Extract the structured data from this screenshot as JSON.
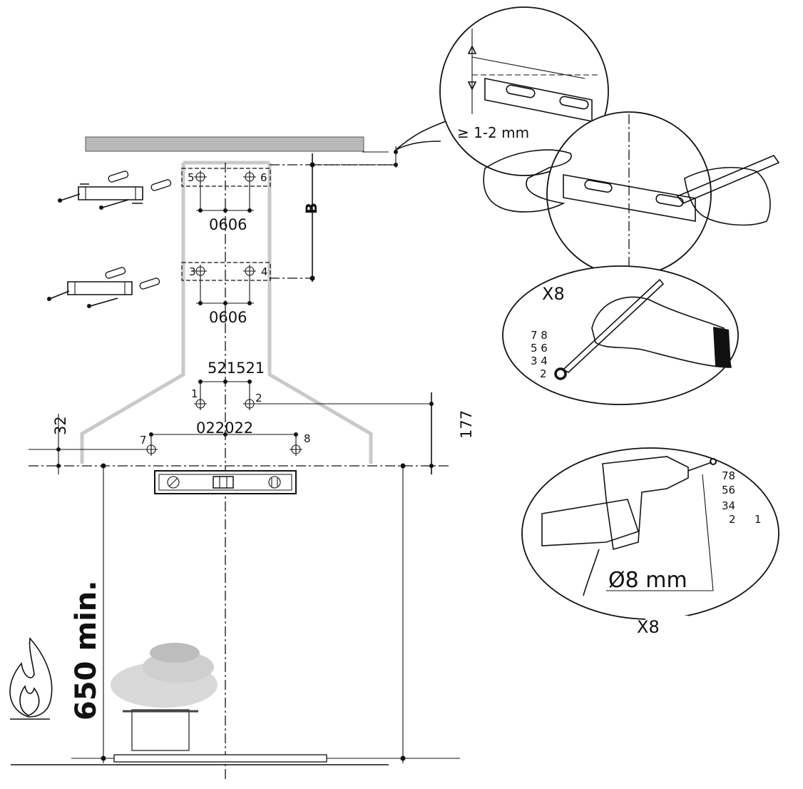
{
  "labels": {
    "gap": "≥ 1-2 mm",
    "b": "B",
    "dim_0606_top": "0606",
    "dim_0606_mid": "0606",
    "dim_521521": "521521",
    "dim_022022": "022022",
    "dim_32": "32",
    "dim_177": "177",
    "min_height": "650 min.",
    "x8_mark": "X8",
    "x8_drill": "X8",
    "drill_diameter": "Ø8 mm"
  },
  "holes": {
    "h1": "1",
    "h2": "2",
    "h3": "3",
    "h4": "4",
    "h5": "5",
    "h6": "6",
    "h7": "7",
    "h8": "8"
  },
  "mark_sequence": [
    "7 8",
    "5 6",
    "3 4",
    "2"
  ],
  "drill_sequence": [
    "78",
    "56",
    "34",
    "2",
    "1"
  ],
  "icons": [
    "flame-icon",
    "pot-icon",
    "spirit-level-icon",
    "bracket-icon",
    "screw-icon",
    "wall-plug-icon",
    "pencil-icon",
    "drill-icon",
    "hand-icon"
  ]
}
